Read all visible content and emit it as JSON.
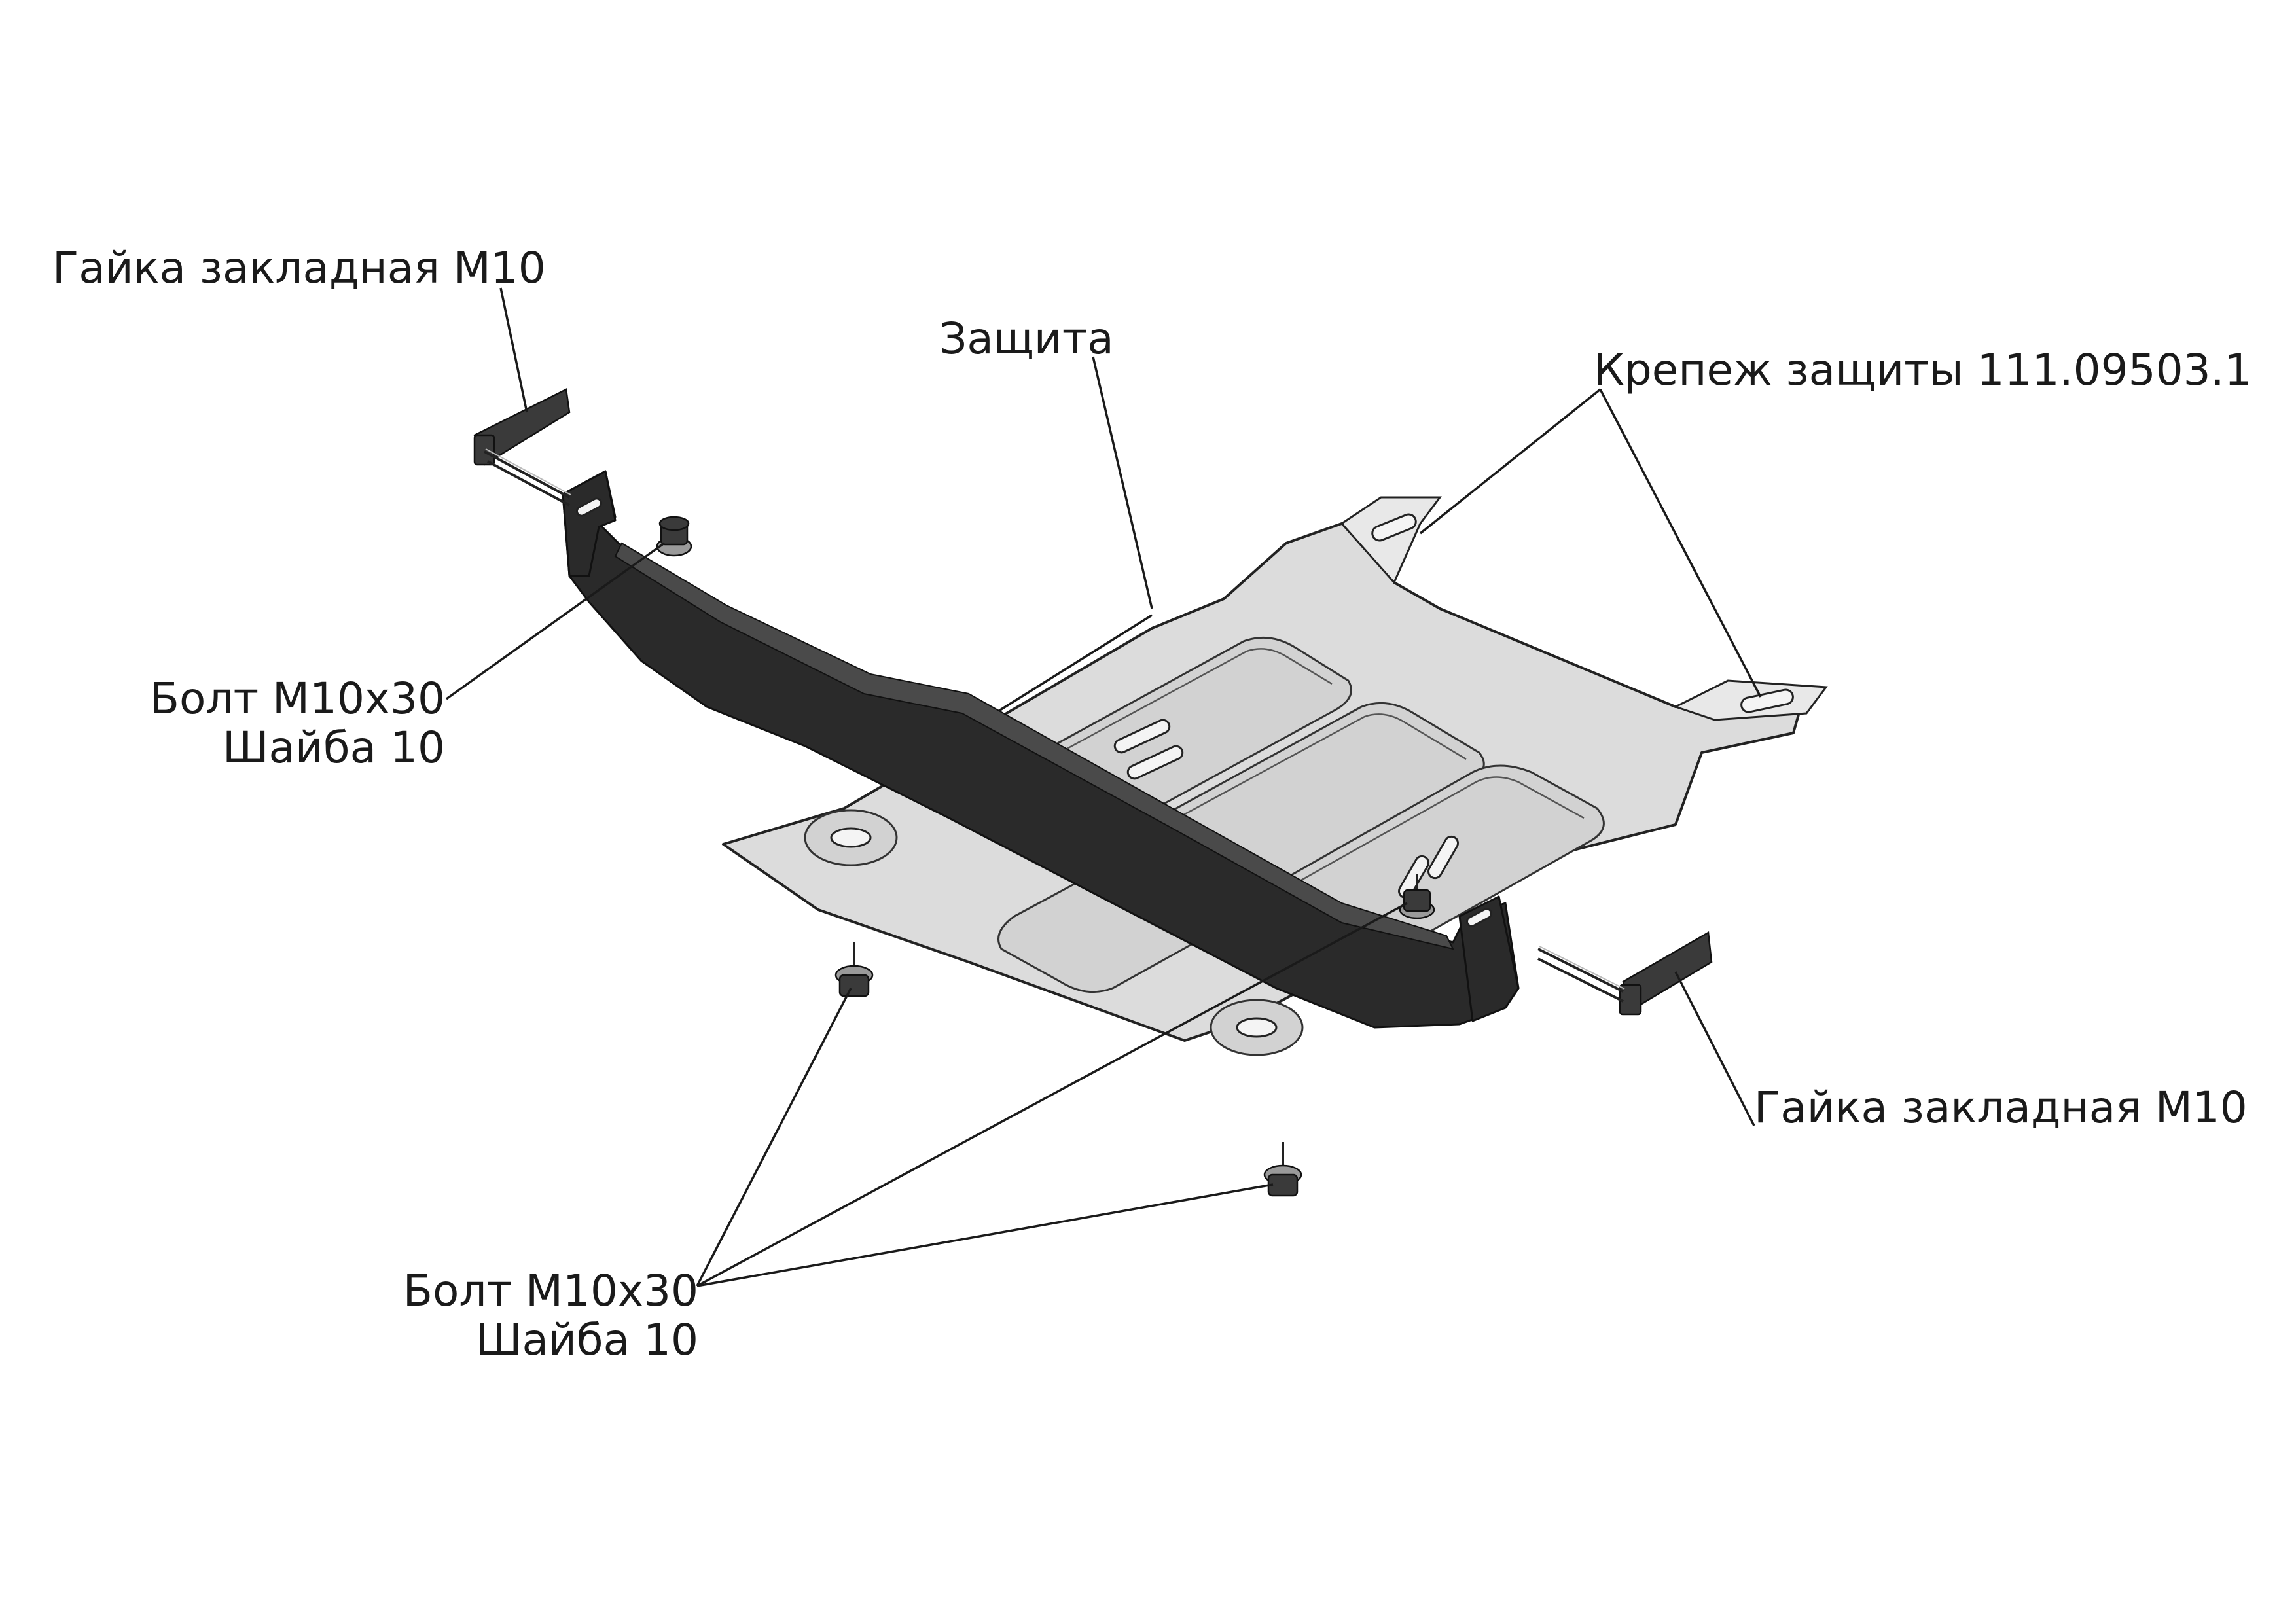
{
  "labels": {
    "nut_top_left": "Гайка закладная М10",
    "shield": "Защита",
    "mount_kit": "Крепеж защиты 111.09503.1",
    "bolt_left_line1": "Болт М10х30",
    "bolt_left_line2": "Шайба 10",
    "nut_right": "Гайка закладная М10",
    "bolt_bottom_line1": "Болт М10х30",
    "bolt_bottom_line2": "Шайба 10"
  },
  "colors": {
    "line": "#1a1a1a",
    "beam": "#2a2a2a",
    "plate": "#dcdcdc"
  }
}
